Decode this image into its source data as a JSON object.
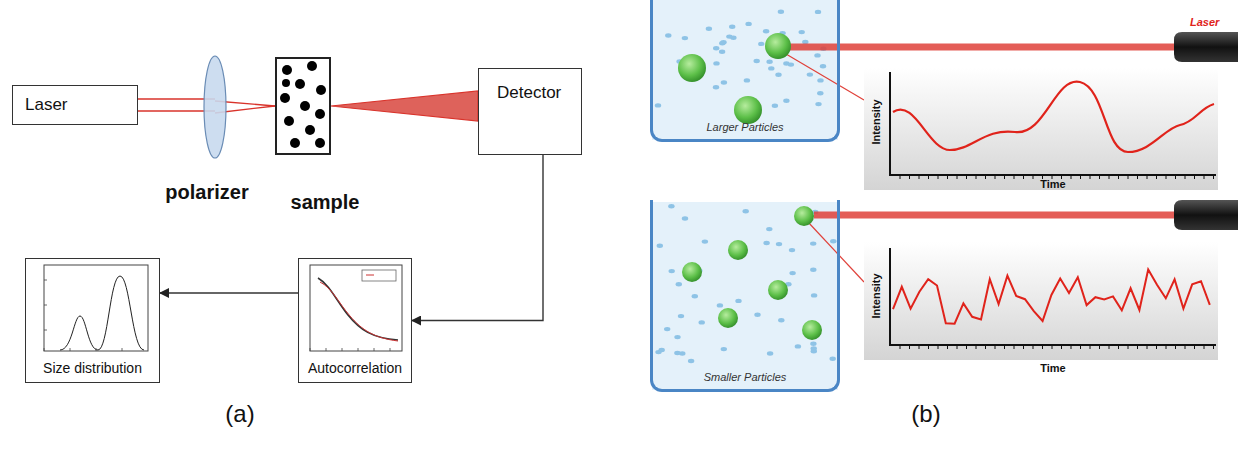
{
  "diagram": {
    "nodes": [
      {
        "text": [
          "Laser"
        ]
      },
      {
        "text": [
          "polarizer"
        ]
      },
      {
        "text": [
          "sample"
        ]
      },
      {
        "text": [
          "Detector"
        ]
      },
      {
        "text": [
          "Autocorrelation"
        ]
      },
      {
        "text": [
          "Size distribution"
        ]
      },
      {
        "text": [
          "Larger Particles"
        ]
      },
      {
        "text": [
          "Smaller Particles"
        ]
      }
    ],
    "edges": [
      {
        "from": 0,
        "to": 1,
        "arrow": "none"
      },
      {
        "from": 1,
        "to": 2,
        "arrow": "none"
      },
      {
        "from": 2,
        "to": 3,
        "arrow": "none"
      },
      {
        "from": 3,
        "to": 4,
        "arrow": "to"
      },
      {
        "from": 4,
        "to": 5,
        "arrow": "to"
      }
    ],
    "labels": [
      "Laser",
      "Intensity",
      "Time",
      "Intensity",
      "Time",
      "(a)",
      "(b)"
    ]
  }
}
